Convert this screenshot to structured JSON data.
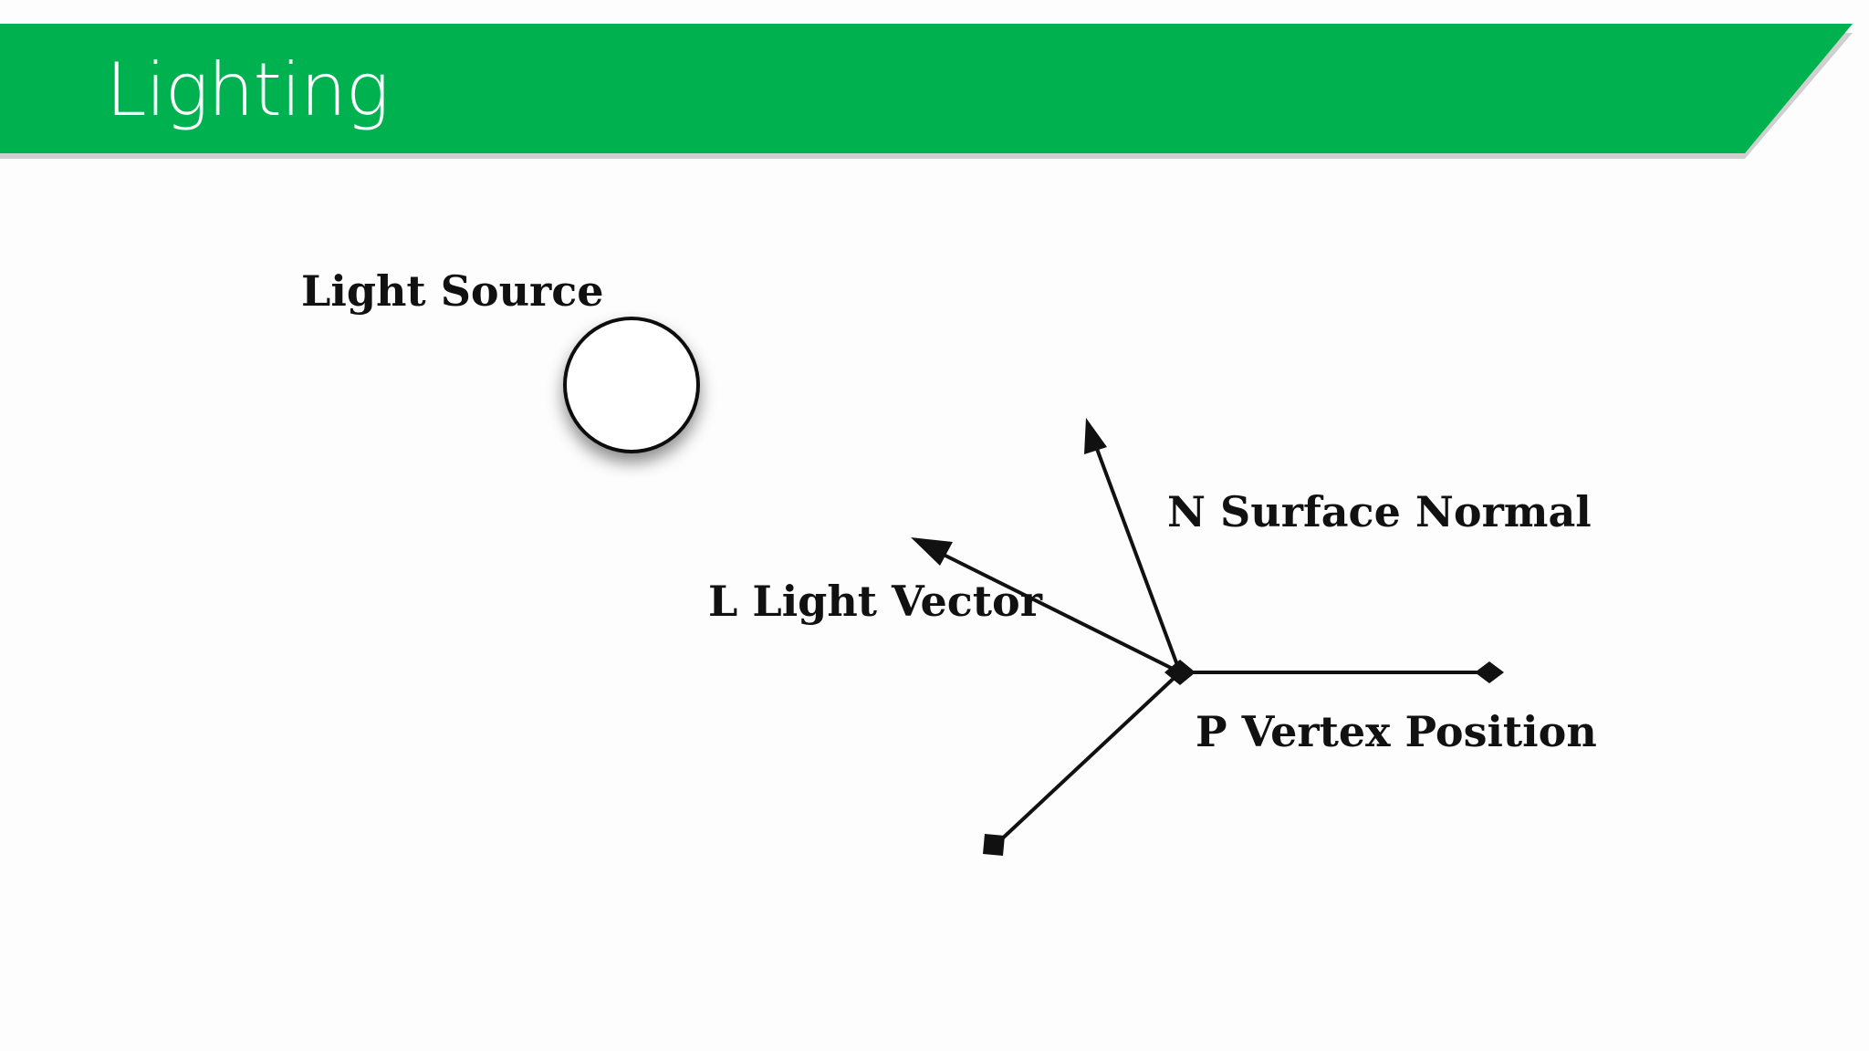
{
  "slide": {
    "title": "Lighting"
  },
  "colors": {
    "banner_green": "#00b150",
    "banner_shadow": "#cfcfcf",
    "ink": "#111111",
    "background": "#fefdfe"
  },
  "diagram": {
    "labels": {
      "light_source": "Light Source",
      "surface_normal": "N Surface Normal",
      "light_vector": "L Light Vector",
      "vertex_position": "P Vertex Position"
    },
    "icons": {
      "light_source": "circle-icon",
      "normal_vector": "arrow-icon",
      "light_vector": "arrow-icon",
      "vertex_point": "diamond-icon"
    }
  }
}
